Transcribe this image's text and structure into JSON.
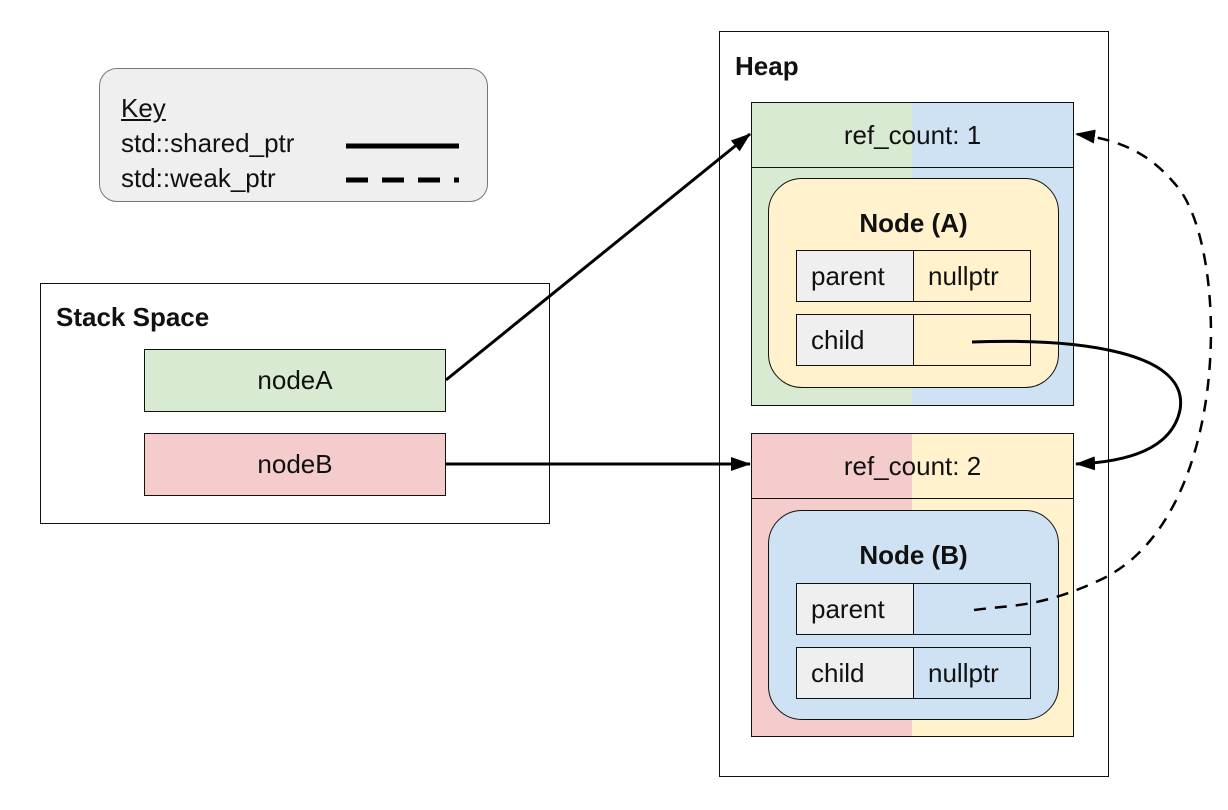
{
  "key": {
    "title": "Key",
    "shared_label": "std::shared_ptr",
    "weak_label": "std::weak_ptr"
  },
  "stack": {
    "title": "Stack Space",
    "node_a": "nodeA",
    "node_b": "nodeB"
  },
  "heap": {
    "title": "Heap",
    "block_a": {
      "ref_count": "ref_count: 1",
      "node_title": "Node (A)",
      "fields": [
        {
          "name": "parent",
          "value": "nullptr"
        },
        {
          "name": "child",
          "value": ""
        }
      ]
    },
    "block_b": {
      "ref_count": "ref_count: 2",
      "node_title": "Node (B)",
      "fields": [
        {
          "name": "parent",
          "value": ""
        },
        {
          "name": "child",
          "value": "nullptr"
        }
      ]
    }
  },
  "colors": {
    "green": "#d9ead3",
    "red": "#f4cccc",
    "blue": "#cfe2f3",
    "yellow": "#fff2cc",
    "gray": "#efefef"
  }
}
